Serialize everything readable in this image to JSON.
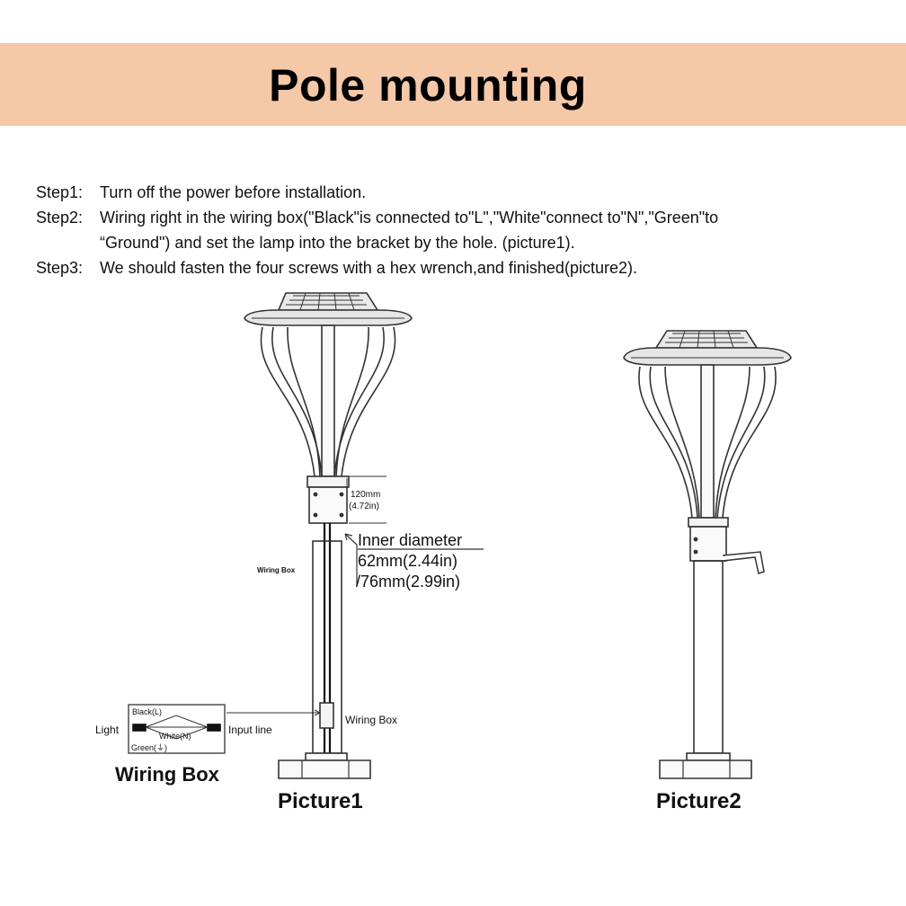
{
  "header": {
    "title": "Pole mounting"
  },
  "steps": [
    {
      "label": "Step1:",
      "text": "Turn off the power before installation."
    },
    {
      "label": "Step2:",
      "text": "Wiring right in the wiring box(\"Black\"is connected to\"L\",\"White\"connect to\"N\",\"Green\"to",
      "continuation": "“Ground\") and set the lamp into the bracket by the hole. (picture1)."
    },
    {
      "label": "Step3:",
      "text": "We should fasten the four screws with a hex wrench,and finished(picture2)."
    }
  ],
  "picture1": {
    "caption": "Picture1",
    "dimension_mm": "120mm",
    "dimension_in": "(4.72in)",
    "inner_diameter_title": "Inner diameter",
    "inner_diameter_1": "62mm(2.44in)",
    "inner_diameter_2": "/76mm(2.99in)",
    "pole_label": "Wiring Box",
    "wiring_box_label": "Wiring Box"
  },
  "wiring_diagram": {
    "title": "Wiring Box",
    "left_label": "Light",
    "right_label": "Input line",
    "black_label": "Black(L)",
    "white_label": "White(N)",
    "green_label": "Green(⏚)"
  },
  "picture2": {
    "caption": "Picture2"
  },
  "colors": {
    "banner": "#f5c8a8",
    "lines": "#333333"
  }
}
